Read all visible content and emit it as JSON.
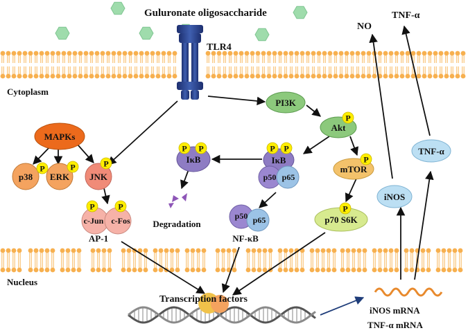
{
  "title": "Guluronate oligosaccharide",
  "compartments": {
    "cytoplasm": "Cytoplasm",
    "nucleus": "Nucleus"
  },
  "receptor": "TLR4",
  "outputs": {
    "no": "NO",
    "tnf_top": "TNF-α"
  },
  "nodes": {
    "pi3k": "PI3K",
    "akt": "Akt",
    "mtor": "mTOR",
    "p70": "p70 S6K",
    "mapks": "MAPKs",
    "p38": "p38",
    "erk": "ERK",
    "jnk": "JNK",
    "ikb_free": "IκB",
    "ikb_bound": "IκB",
    "p50a": "p50",
    "p65a": "p65",
    "p50b": "p50",
    "p65b": "p65",
    "cjun": "c-Jun",
    "cfos": "c-Fos",
    "inos": "iNOS",
    "tnf_mid": "TNF-α"
  },
  "labels": {
    "ap1": "AP-1",
    "nfkb": "NF-κB",
    "degradation": "Degradation",
    "transcription": "Transcription factors",
    "inos_mrna": "iNOS mRNA",
    "tnf_mrna": "TNF-α mRNA"
  },
  "phospho_label": "P",
  "colors": {
    "membrane": "#f7b04f",
    "pi3k": "#8cc97c",
    "akt": "#8cc97c",
    "mtor": "#f3c26b",
    "p70": "#d7ea8f",
    "mapks": "#ec6a1c",
    "p38": "#f4a35f",
    "erk": "#f4a35f",
    "jnk": "#f08b78",
    "ikb": "#8e7cc3",
    "p50": "#9b87d0",
    "p65": "#9cc3e6",
    "cjun": "#f6b2a8",
    "cfos": "#f6b2a8",
    "inos": "#bcdff3",
    "tnf": "#bcdff3",
    "phospho": "#ffee00",
    "oligo": "#9fdcac"
  }
}
